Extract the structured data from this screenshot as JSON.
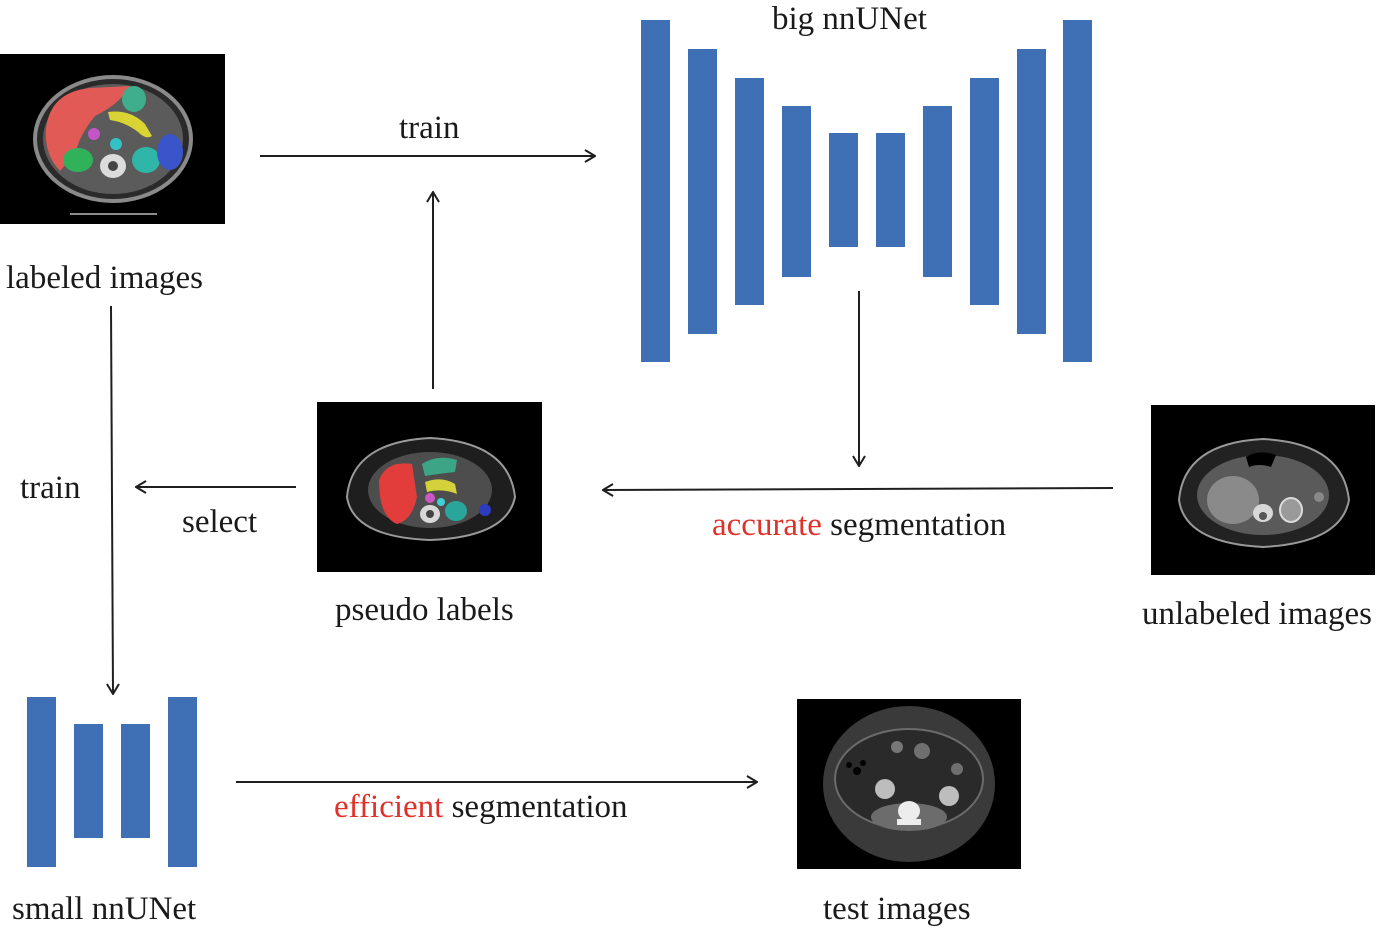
{
  "colors": {
    "bar_blue": "#3f6fb5",
    "arrow": "#1f1f1f",
    "highlight_red": "#e0302a",
    "text": "#1a1a1a"
  },
  "nodes": {
    "labeled_images": {
      "label": "labeled images",
      "image": "ct-scan-with-multi-organ-segmentation"
    },
    "big_nnunet": {
      "label": "big nnUNet",
      "layers": 10
    },
    "pseudo_labels": {
      "label": "pseudo labels",
      "image": "ct-scan-with-predicted-segmentation"
    },
    "unlabeled_images": {
      "label": "unlabeled images",
      "image": "ct-scan-grayscale"
    },
    "small_nnunet": {
      "label": "small nnUNet",
      "layers": 4
    },
    "test_images": {
      "label": "test images",
      "image": "ct-scan-grayscale-noisy"
    }
  },
  "edges": {
    "train_top": {
      "label": "train",
      "from": "labeled images",
      "to": "big nnUNet"
    },
    "pseudo_to_train": {
      "label": "",
      "from": "pseudo labels",
      "to": "train"
    },
    "big_to_seg": {
      "label": "",
      "from": "big nnUNet",
      "to": "accurate segmentation"
    },
    "accurate_seg": {
      "highlight": "accurate",
      "rest": " segmentation",
      "from": "unlabeled images",
      "to": "pseudo labels"
    },
    "select": {
      "label": "select",
      "from": "pseudo labels",
      "to": "train (left)"
    },
    "train_left": {
      "label": "train",
      "from": "labeled images",
      "to": "small nnUNet"
    },
    "efficient_seg": {
      "highlight": "efficient",
      "rest": " segmentation",
      "from": "small nnUNet",
      "to": "test images"
    }
  }
}
